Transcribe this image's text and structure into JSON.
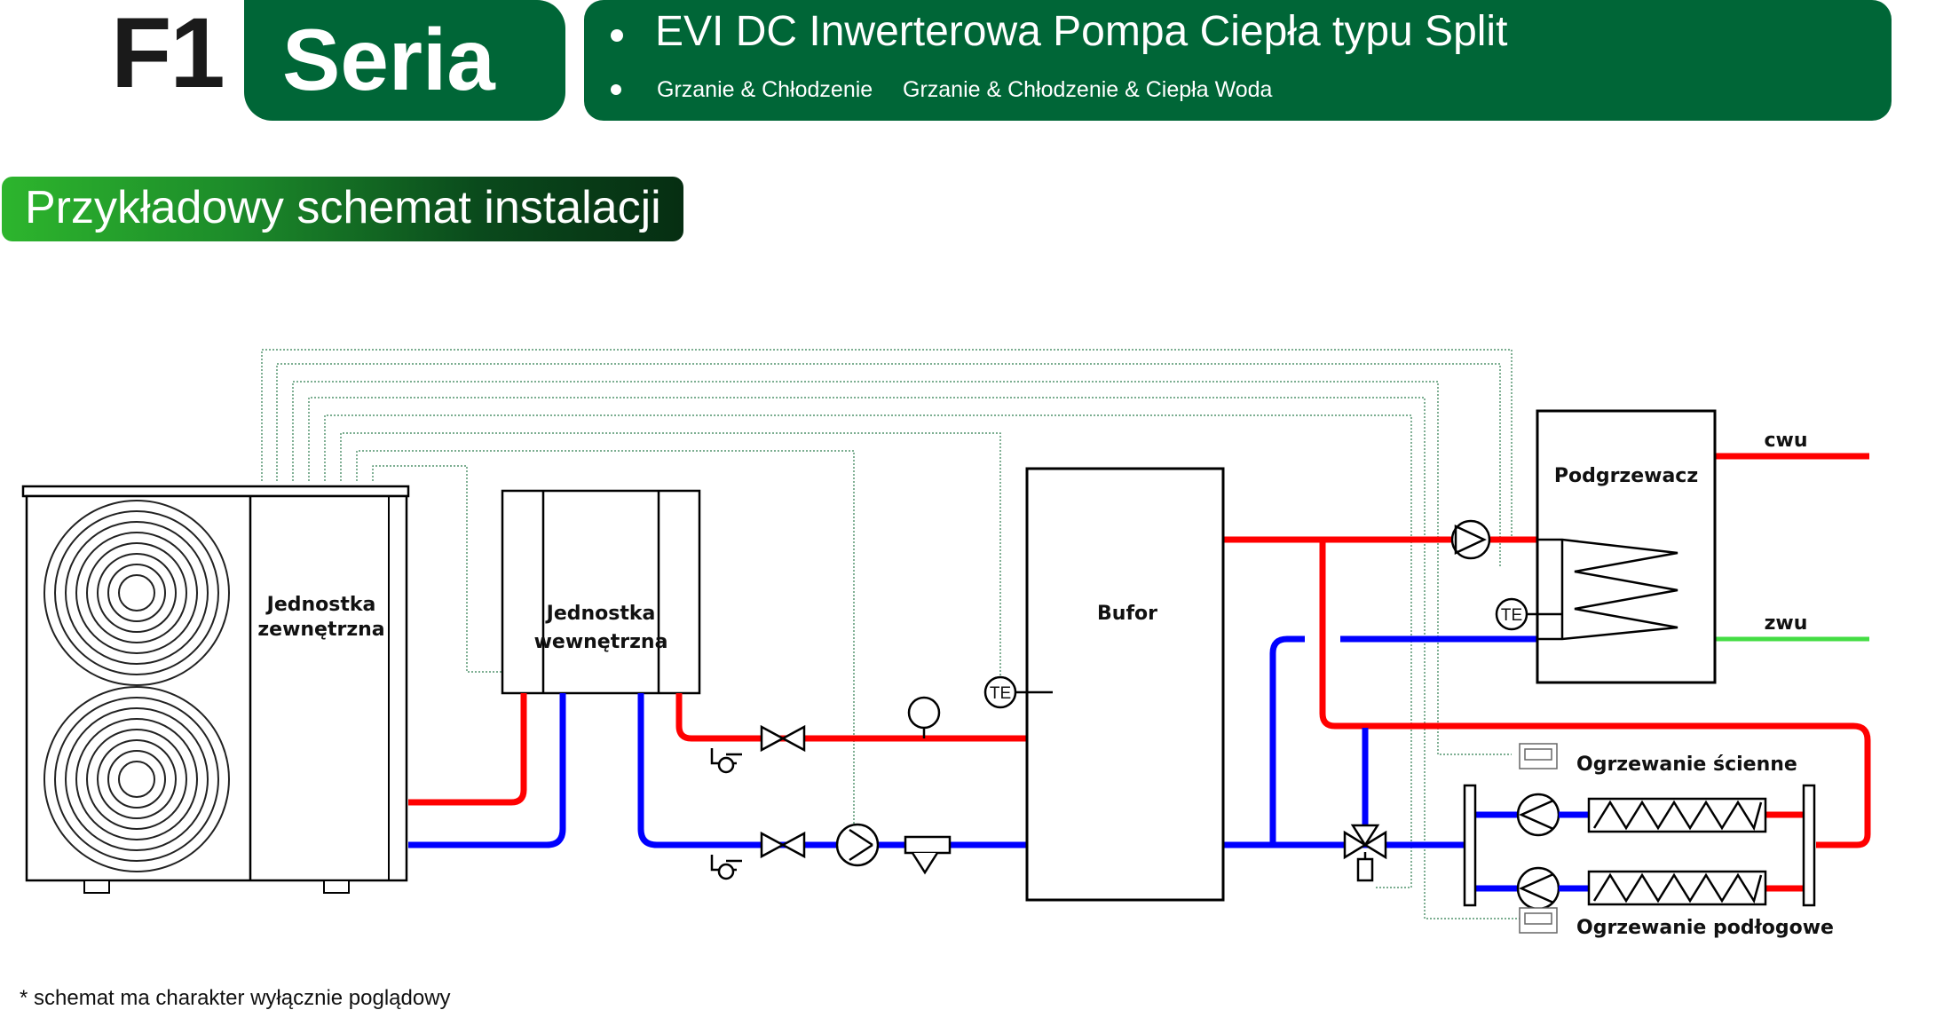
{
  "header": {
    "series_code": "F1",
    "series_label": "Seria",
    "title": "EVI DC Inwerterowa Pompa Ciepła typu Split",
    "option_1": "Grzanie & Chłodzenie",
    "option_2": "Grzanie & Chłodzenie & Ciepła Woda",
    "colors": {
      "brand_green": "#006637",
      "pipe_hot": "#ff0000",
      "pipe_cold": "#0000ff",
      "pipe_cold_water": "#44dd44"
    }
  },
  "section_title": "Przykładowy schemat instalacji",
  "diagram": {
    "outdoor_unit_label": [
      "Jednostka",
      "zewnętrzna"
    ],
    "indoor_unit_label": [
      "Jednostka",
      "wewnętrzna"
    ],
    "buffer_label": "Bufor",
    "dhw_tank_label": "Podgrzewacz",
    "cwu_label": "cwu",
    "zwu_label": "zwu",
    "sensor_label": "TE",
    "wall_heating_label": "Ogrzewanie ścienne",
    "floor_heating_label": "Ogrzewanie podłogowe"
  },
  "footnote": "* schemat ma charakter wyłącznie poglądowy"
}
